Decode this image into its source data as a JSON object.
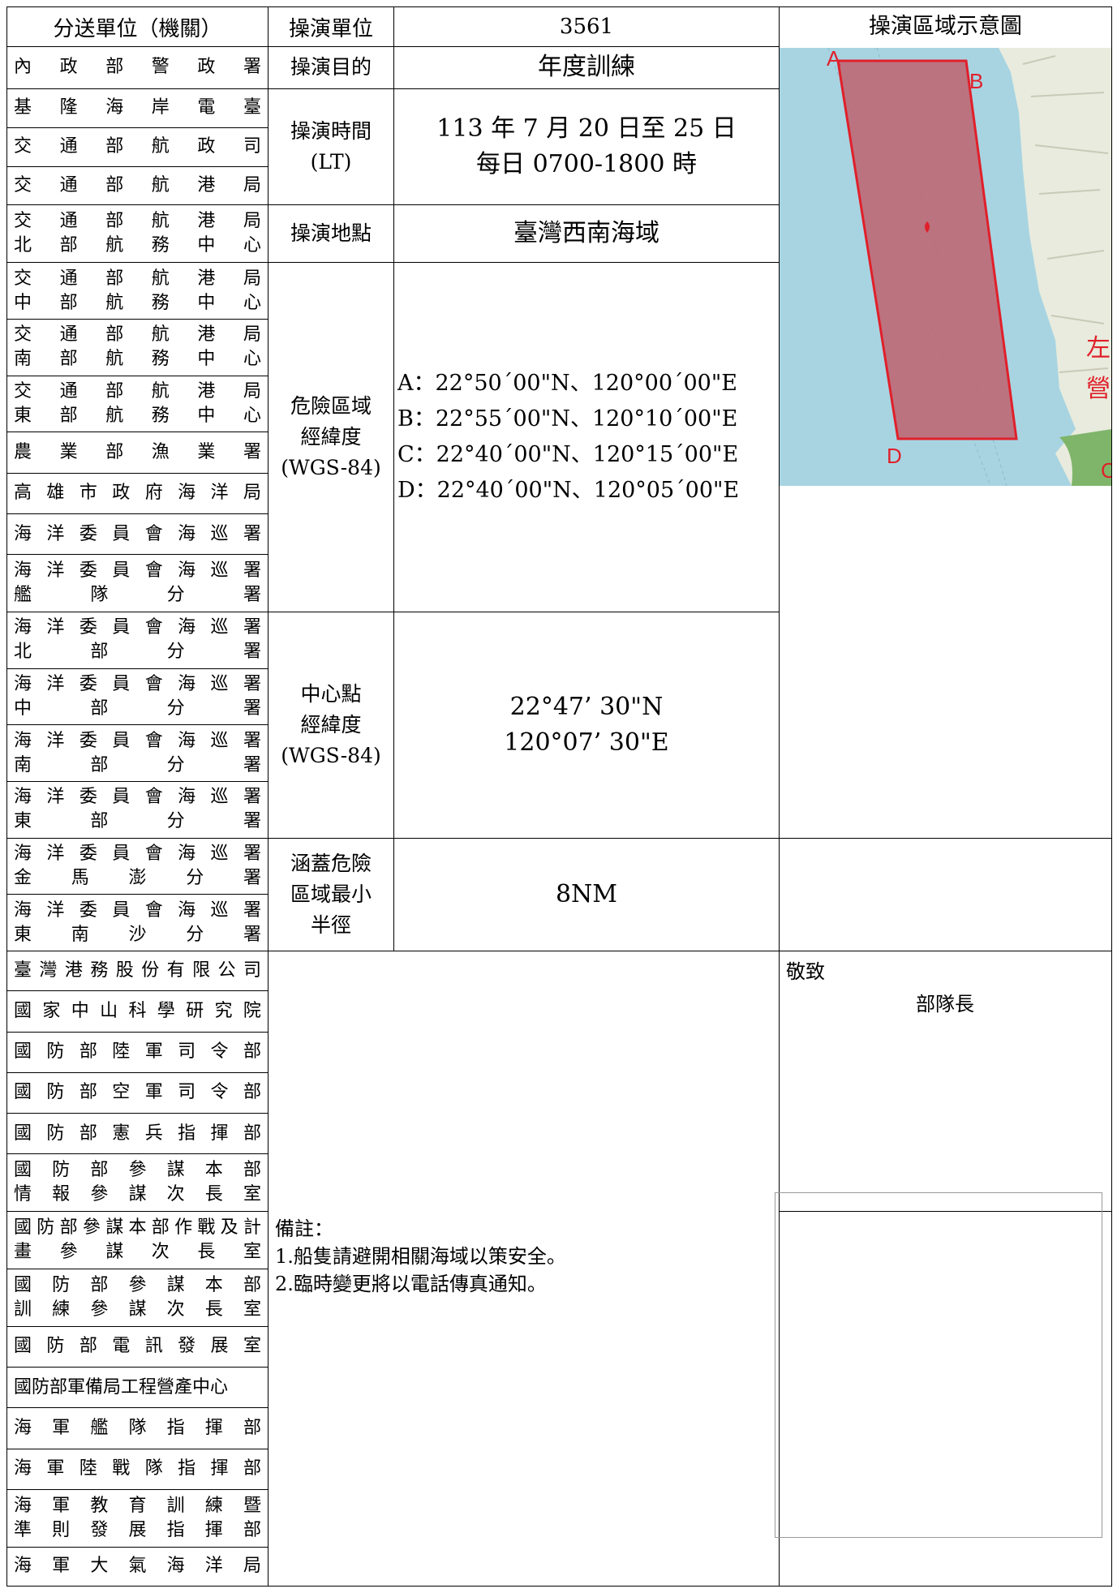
{
  "header": {
    "recipients": "分送單位（機關）",
    "unit_label": "操演單位",
    "unit_value": "3561",
    "map_title": "操演區域示意圖"
  },
  "recipients": [
    [
      "內",
      "政",
      "部",
      "警",
      "政",
      "署"
    ],
    [
      "基",
      "隆",
      "海",
      "岸",
      "電",
      "臺"
    ],
    [
      "交",
      "通",
      "部",
      "航",
      "政",
      "司"
    ],
    [
      "交",
      "通",
      "部",
      "航",
      "港",
      "局"
    ],
    [
      "交通部航港局",
      "北部航務中心"
    ],
    [
      "交通部航港局",
      "中部航務中心"
    ],
    [
      "交通部航港局",
      "南部航務中心"
    ],
    [
      "交通部航港局",
      "東部航務中心"
    ],
    [
      "農",
      "業",
      "部",
      "漁",
      "業",
      "署"
    ],
    [
      "高",
      "雄",
      "市",
      "政",
      "府",
      "海",
      "洋",
      "局"
    ],
    [
      "海",
      "洋",
      "委",
      "員",
      "會",
      "海",
      "巡",
      "署"
    ],
    [
      "海洋委員會海巡署",
      "艦隊分署"
    ],
    [
      "海洋委員會海巡署",
      "北部分署"
    ],
    [
      "海洋委員會海巡署",
      "中部分署"
    ],
    [
      "海洋委員會海巡署",
      "南部分署"
    ],
    [
      "海洋委員會海巡署",
      "東部分署"
    ],
    [
      "海洋委員會海巡署",
      "金馬澎分署"
    ],
    [
      "海洋委員會海巡署",
      "東南沙分署"
    ],
    [
      "臺",
      "灣",
      "港",
      "務",
      "股",
      "份",
      "有",
      "限",
      "公",
      "司"
    ],
    [
      "國",
      "家",
      "中",
      "山",
      "科",
      "學",
      "研",
      "究",
      "院"
    ],
    [
      "國",
      "防",
      "部",
      "陸",
      "軍",
      "司",
      "令",
      "部"
    ],
    [
      "國",
      "防",
      "部",
      "空",
      "軍",
      "司",
      "令",
      "部"
    ],
    [
      "國",
      "防",
      "部",
      "憲",
      "兵",
      "指",
      "揮",
      "部"
    ],
    [
      "國防部參謀本部",
      "情報參謀次長室"
    ],
    [
      "國防部參謀本部作戰及計",
      "畫參謀次長室"
    ],
    [
      "國防部參謀本部",
      "訓練參謀次長室"
    ],
    [
      "國",
      "防",
      "部",
      "電",
      "訊",
      "發",
      "展",
      "室"
    ],
    [
      "國防部軍備局工程營產中心"
    ],
    [
      "海",
      "軍",
      "艦",
      "隊",
      "指",
      "揮",
      "部"
    ],
    [
      "海",
      "軍",
      "陸",
      "戰",
      "隊",
      "指",
      "揮",
      "部"
    ],
    [
      "海軍教育訓練暨",
      "準則發展指揮部"
    ],
    [
      "海",
      "軍",
      "大",
      "氣",
      "海",
      "洋",
      "局"
    ]
  ],
  "purpose": {
    "label": "操演目的",
    "value": "年度訓練"
  },
  "time": {
    "label1": "操演時間",
    "label2": "(LT)",
    "line1": "113 年 7 月 20 日至 25 日",
    "line2": "每日 0700-1800 時"
  },
  "place": {
    "label": "操演地點",
    "value": "臺灣西南海域"
  },
  "danger": {
    "label1": "危險區域",
    "label2": "經緯度",
    "label3": "(WGS-84)",
    "points": [
      "A：22°50´00\"N、120°00´00\"E",
      "B：22°55´00\"N、120°10´00\"E",
      "C：22°40´00\"N、120°15´00\"E",
      "D：22°40´00\"N、120°05´00\"E"
    ]
  },
  "center": {
    "label1": "中心點",
    "label2": "經緯度",
    "label3": "(WGS-84)",
    "line1": "22°47’ 30\"N",
    "line2": "120°07’ 30\"E"
  },
  "radius": {
    "label1": "涵蓋危險",
    "label2": "區域最小",
    "label3": "半徑",
    "value": "8NM"
  },
  "remarks": {
    "title": "備註：",
    "line1": "1.船隻請避開相關海域以策安全。",
    "line2": "2.臨時變更將以電話傳真通知。"
  },
  "salute": {
    "line1": "敬致",
    "line2": "部隊長"
  },
  "map": {
    "labels": {
      "A": "A",
      "B": "B",
      "C": "C",
      "D": "D"
    },
    "coast_labels": [
      "左",
      "營"
    ],
    "colors": {
      "sea": "#a8d4e2",
      "land": "#e8ebdd",
      "area_fill": "#c0626e",
      "area_stroke": "#e0202a",
      "label": "#e0202a"
    }
  }
}
